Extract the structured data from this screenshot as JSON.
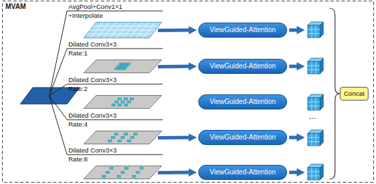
{
  "diagram": {
    "nodes": [
      {
        "text": [
          "AvgPool+Conv1×1 +Interpolate"
        ]
      },
      {
        "text": [
          "Dilated Conv3×3 Rate:1"
        ]
      },
      {
        "text": [
          "Dilated Conv3×3 Rate:2"
        ]
      },
      {
        "text": [
          "Dilated Conv3×3 Rate:4"
        ]
      },
      {
        "text": [
          "Dilated Conv3×3 Rate:8"
        ]
      },
      {
        "text": [
          "ViewGuided-Attention"
        ]
      },
      {
        "text": [
          "ViewGuided-Attention"
        ]
      },
      {
        "text": [
          "ViewGuided-Attention"
        ]
      },
      {
        "text": [
          "ViewGuided-Attention"
        ]
      },
      {
        "text": [
          "ViewGuided-Attention"
        ]
      },
      {
        "text": [
          "Concat"
        ]
      }
    ],
    "edges": [
      {
        "from": 0,
        "to": 5,
        "arrow": "to"
      },
      {
        "from": 1,
        "to": 6,
        "arrow": "to"
      },
      {
        "from": 3,
        "to": 8,
        "arrow": "to"
      },
      {
        "from": 4,
        "to": 9,
        "arrow": "to"
      }
    ],
    "labels": [
      "MVAM",
      "..."
    ]
  }
}
